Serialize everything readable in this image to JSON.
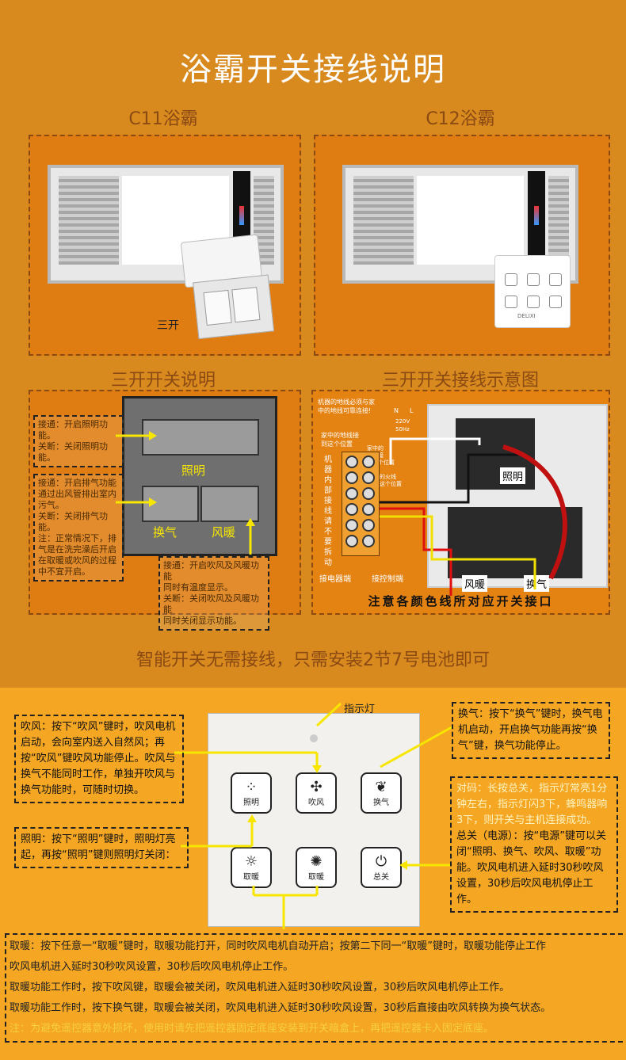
{
  "page_title": "浴霸开关接线说明",
  "top": {
    "left_heading": "C11浴霸",
    "right_heading": "C12浴霸",
    "left_switch_label": "三开",
    "remote_brand": "DELIXI"
  },
  "mid": {
    "left_heading": "三开开关说明",
    "right_heading": "三开开关接线示意图",
    "left_notes": {
      "light_note": "接通：开启照明功能。\n关断：关闭照明功能。",
      "vent_note": "接通：开启排气功能\n通过出风管排出室内\n污气。\n关断：关闭排气功能。\n注：正常情况下，排\n气是在洗完澡后开启\n在取暖或吹风的过程\n中不宜开启。",
      "heat_note": "接通：开启吹风及风暖功能\n同时有温度显示。\n关断：关闭吹风及风暖功能\n同时关闭显示功能。"
    },
    "switch_labels": {
      "light": "照明",
      "vent": "换气",
      "heat": "风暖"
    },
    "wiring": {
      "ground_note": "机器的地线必须与家\n中的地线可靠连接!",
      "home_ground": "家中的地线接\n到这个位置",
      "home_neutral": "家中的\n零线接\n到这个位置",
      "home_live": "家中的火线\n接到这个位置",
      "internal_wiring": "机\n器\n内\n部\n接\n线",
      "do_not_disassemble": "请\n不\n要\n拆\n动",
      "live_label": "L",
      "neutral_label": "N",
      "voltage_label": "220V",
      "freq_label": "50Hz",
      "appliance_terminal": "接电器端",
      "control_terminal": "接控制端",
      "bottom_note": "注意各颜色线所对应开关接口",
      "label_light": "照明",
      "label_heat": "风暖",
      "label_vent": "换气"
    }
  },
  "smart_heading": "智能开关无需接线，只需安装2节7号电池即可",
  "controller": {
    "indicator_label": "指示灯",
    "buttons": [
      {
        "label": "照明",
        "icon": "light-icon"
      },
      {
        "label": "吹风",
        "icon": "fan-icon"
      },
      {
        "label": "换气",
        "icon": "vent-icon"
      },
      {
        "label": "取暖",
        "icon": "sun-icon"
      },
      {
        "label": "取暖",
        "icon": "sun-bold-icon"
      },
      {
        "label": "总关",
        "icon": "power-icon"
      }
    ],
    "notes": {
      "blow": "吹风：按下“吹风”键时，吹风电机启动，会向室内送入自然风；再按“吹风”键吹风功能停止。吹风与换气不能同时工作，单独开吹风与换气功能时，可随时切换。",
      "light": "照明：按下“照明”键时，照明灯亮起，再按“照明”键则照明灯关闭：",
      "vent": "换气：按下“换气”键时，换气电机启动，开启换气功能再按“换气”键，换气功能停止。",
      "pair": "对码：长按总关，指示灯常亮1分钟左右，指示灯闪3下，蜂鸣器响3下，则开关与主机连接成功。",
      "power": "总关（电源）：按“电源”键可以关闭“照明、换气、吹风、取暖”功能。吹风电机进入延时30秒吹风设置，30秒后吹风电机停止工作。"
    },
    "bottom_lines": [
      "取暖：按下任意一“取暖”键时，取暖功能打开，同时吹风电机自动开启；按第二下同一“取暖”键时，取暖功能停止工作",
      "吹风电机进入延时30秒吹风设置，30秒后吹风电机停止工作。",
      "取暖功能工作时，按下吹风键，取暖会被关闭，吹风电机进入延时30秒吹风设置，30秒后吹风电机停止工作。",
      "取暖功能工作时，按下换气键，取暖会被关闭，吹风电机进入延时30秒吹风设置，30秒后直接由吹风转换为换气状态。"
    ],
    "warning": "注：为避免遥控器意外损坏，使用时请先把遥控器固定底座安装到开关暗盒上，再把遥控器卡入固定底座。"
  },
  "colors": {
    "background": "#d98a1f",
    "panel": "#e07d12",
    "title_text": "#ffffff",
    "heading_text": "#8a4a12",
    "arrow_yellow": "#f7e600",
    "wire_red": "#e01010",
    "wire_white": "#ffffff",
    "wire_black": "#111111",
    "wire_yellow": "#f0e000",
    "warning_text": "#f0c020"
  }
}
